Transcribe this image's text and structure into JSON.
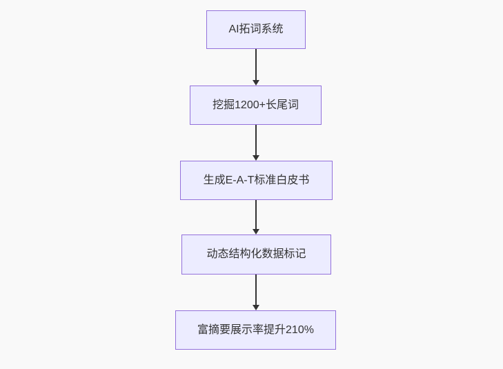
{
  "diagram": {
    "type": "flowchart",
    "direction": "top-down",
    "nodes": [
      {
        "id": "node-1",
        "label": "AI拓词系统"
      },
      {
        "id": "node-2",
        "label": "挖掘1200+长尾词"
      },
      {
        "id": "node-3",
        "label": "生成E-A-T标准白皮书"
      },
      {
        "id": "node-4",
        "label": "动态结构化数据标记"
      },
      {
        "id": "node-5",
        "label": "富摘要展示率提升210%"
      }
    ],
    "edges": [
      {
        "from": "node-1",
        "to": "node-2"
      },
      {
        "from": "node-2",
        "to": "node-3"
      },
      {
        "from": "node-3",
        "to": "node-4"
      },
      {
        "from": "node-4",
        "to": "node-5"
      }
    ],
    "colors": {
      "background": "#F9F9F9",
      "node_fill": "#ECECFF",
      "node_border": "#9370DB",
      "arrow": "#333333",
      "text": "#333333"
    }
  }
}
